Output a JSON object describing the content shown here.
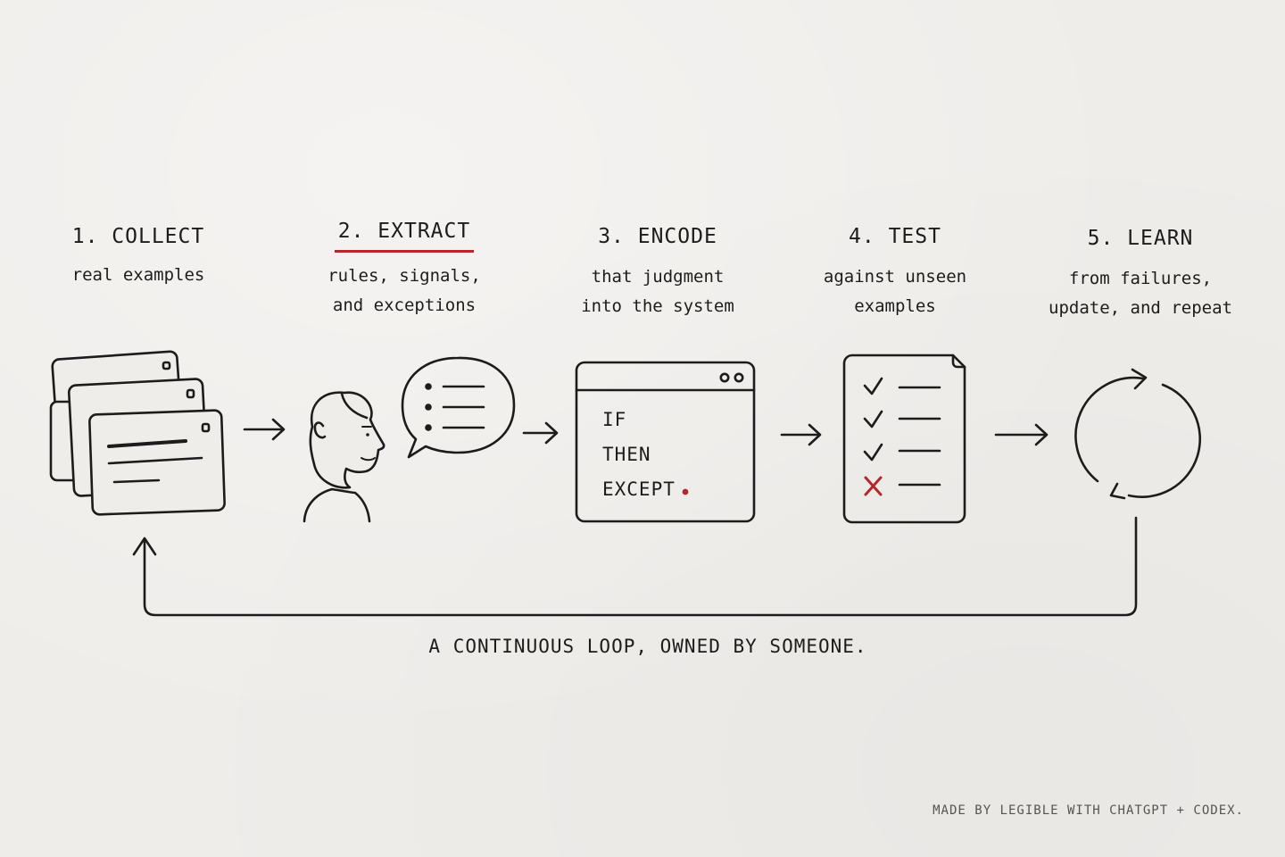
{
  "steps": [
    {
      "id": "collect",
      "title": "1. COLLECT",
      "desc": "real examples",
      "icon": "stacked-cards-icon"
    },
    {
      "id": "extract",
      "title": "2. EXTRACT",
      "desc": "rules, signals,\nand exceptions",
      "icon": "person-speech-bubble-icon",
      "highlighted": true
    },
    {
      "id": "encode",
      "title": "3. ENCODE",
      "desc": "that judgment\ninto the system",
      "icon": "code-window-icon"
    },
    {
      "id": "test",
      "title": "4. TEST",
      "desc": "against unseen\nexamples",
      "icon": "checklist-document-icon"
    },
    {
      "id": "learn",
      "title": "5. LEARN",
      "desc": "from failures,\nupdate, and repeat",
      "icon": "cycle-arrows-icon"
    }
  ],
  "code_window": {
    "lines": [
      "IF",
      "THEN",
      "EXCEPT"
    ]
  },
  "checklist": {
    "items": [
      "check",
      "check",
      "check",
      "cross"
    ]
  },
  "caption": "A CONTINUOUS LOOP, OWNED BY SOMEONE.",
  "credit": "MADE BY LEGIBLE WITH CHATGPT + CODEX.",
  "colors": {
    "ink": "#1c1c1c",
    "accent": "#b3282d",
    "paper": "#efedea"
  }
}
